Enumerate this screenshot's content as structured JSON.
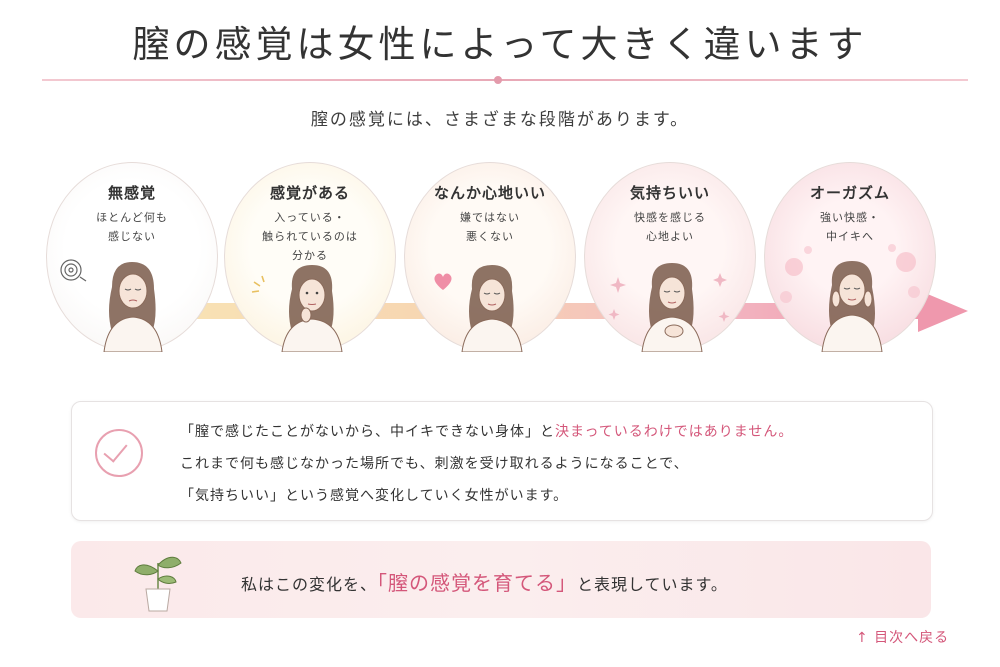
{
  "title": "膣の感覚は女性によって大きく違います",
  "subtitle": "膣の感覚には、さまざまな段階があります。",
  "stages": [
    {
      "name": "無感覚",
      "desc1": "ほとんど何も",
      "desc2": "感じない",
      "desc3": ""
    },
    {
      "name": "感覚がある",
      "desc1": "入っている・",
      "desc2": "触られているのは",
      "desc3": "分かる"
    },
    {
      "name": "なんか心地いい",
      "desc1": "嫌ではない",
      "desc2": "悪くない",
      "desc3": ""
    },
    {
      "name": "気持ちいい",
      "desc1": "快感を感じる",
      "desc2": "心地よい",
      "desc3": ""
    },
    {
      "name": "オーガズム",
      "desc1": "強い快感・",
      "desc2": "中イキへ",
      "desc3": ""
    }
  ],
  "message": {
    "line1_a": "「膣で感じたことがないから、中イキできない身体」と",
    "line1_b": "決まっているわけではありません。",
    "line2": "これまで何も感じなかった場所でも、刺激を受け取れるようになることで、",
    "line3": "「気持ちいい」という感覚へ変化していく女性がいます。"
  },
  "closing": {
    "prefix": "私はこの変化を、",
    "highlight": "「膣の感覚を育てる」",
    "suffix": "と表現しています。"
  },
  "back_link": "↑ 目次へ戻る",
  "colors": {
    "accent": "#d4577a",
    "accent_light": "#e8a0b0",
    "pink_bg": "#fbe9ea"
  }
}
